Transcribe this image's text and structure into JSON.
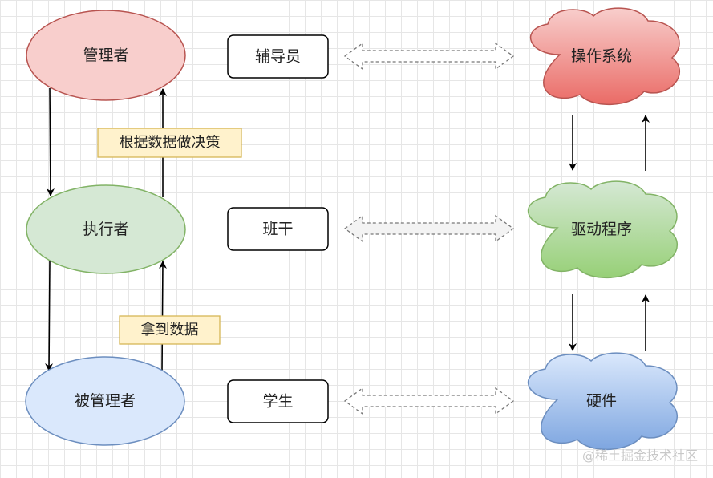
{
  "left_column": {
    "manager": "管理者",
    "executor": "执行者",
    "managed": "被管理者"
  },
  "notes": {
    "decision": "根据数据做决策",
    "get_data": "拿到数据"
  },
  "middle_column": {
    "counselor": "辅导员",
    "class_cadre": "班干",
    "student": "学生"
  },
  "right_column": {
    "os": "操作系统",
    "driver": "驱动程序",
    "hardware": "硬件"
  },
  "watermark": "@稀土掘金技术社区",
  "colors": {
    "manager_fill": "#f8cecc",
    "manager_stroke": "#b85450",
    "executor_fill": "#d5e8d4",
    "executor_stroke": "#82b366",
    "managed_fill": "#dae8fc",
    "managed_stroke": "#6c8ebf",
    "note_fill": "#fff2cc",
    "note_stroke": "#d6b656",
    "os_top": "#f8cecc",
    "os_bottom": "#ea6b66",
    "driver_top": "#d5e8d4",
    "driver_bottom": "#97d077",
    "hardware_top": "#dae8fc",
    "hardware_bottom": "#7ea6e0"
  }
}
